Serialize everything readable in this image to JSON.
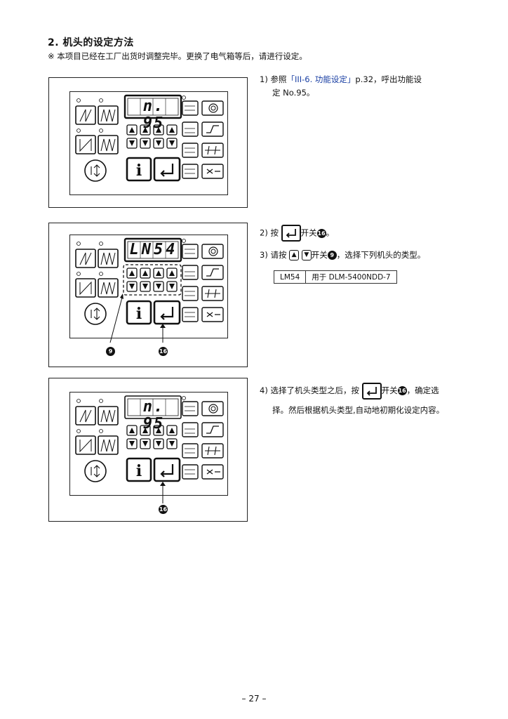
{
  "heading": "2. 机头的设定方法",
  "note": "※  本项目已经在工厂出货时调整完毕。更换了电气箱等后，请进行设定。",
  "figures": [
    {
      "display": "n. 95"
    },
    {
      "display": "LN54"
    },
    {
      "display": "n. 95"
    }
  ],
  "steps": {
    "s1_prefix": "1) 参照",
    "s1_link": "「III-6. 功能设定」",
    "s1_suffix": "p.32，呼出功能设",
    "s1_line2": "定 No.95。",
    "s2_prefix": "2) 按",
    "s2_suffix": "开关",
    "s2_end": "。",
    "s3_prefix": "3) 请按",
    "s3_mid": "开关",
    "s3_suffix": "，选择下列机头的类型。",
    "s4_prefix": "4) 选择了机头类型之后，按",
    "s4_mid": "开关",
    "s4_suffix": "，确定选",
    "s4_line2": "择。然后根据机头类型,自动地初期化设定内容。"
  },
  "callouts": {
    "nine": "9",
    "sixteen": "16"
  },
  "arrow_glyphs": {
    "up": "▲",
    "down": "▼"
  },
  "table": {
    "model": "LM54",
    "description": "用于 DLM-5400NDD-7"
  },
  "page_number": "– 27 –"
}
